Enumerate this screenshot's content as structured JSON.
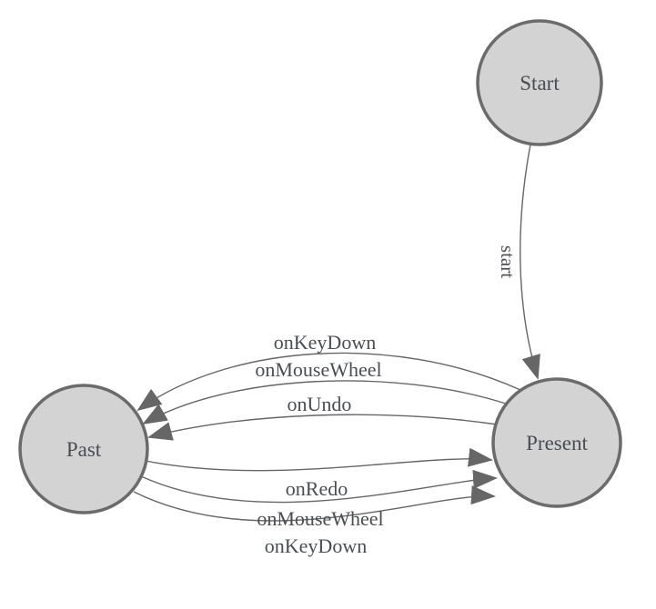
{
  "diagram": {
    "type": "state-machine",
    "background_color": "#ffffff",
    "node_fill_color": "#d3d3d3",
    "node_stroke_color": "#6b6b6b",
    "edge_color": "#666666",
    "label_color": "#4a4d52",
    "nodes": [
      {
        "id": "start",
        "label": "Start"
      },
      {
        "id": "present",
        "label": "Present"
      },
      {
        "id": "past",
        "label": "Past"
      }
    ],
    "edges": [
      {
        "from": "start",
        "to": "present",
        "label": "start"
      },
      {
        "from": "present",
        "to": "past",
        "label": "onKeyDown"
      },
      {
        "from": "present",
        "to": "past",
        "label": "onMouseWheel"
      },
      {
        "from": "present",
        "to": "past",
        "label": "onUndo"
      },
      {
        "from": "past",
        "to": "present",
        "label": "onRedo"
      },
      {
        "from": "past",
        "to": "present",
        "label": "onMouseWheel"
      },
      {
        "from": "past",
        "to": "present",
        "label": "onKeyDown"
      }
    ]
  }
}
